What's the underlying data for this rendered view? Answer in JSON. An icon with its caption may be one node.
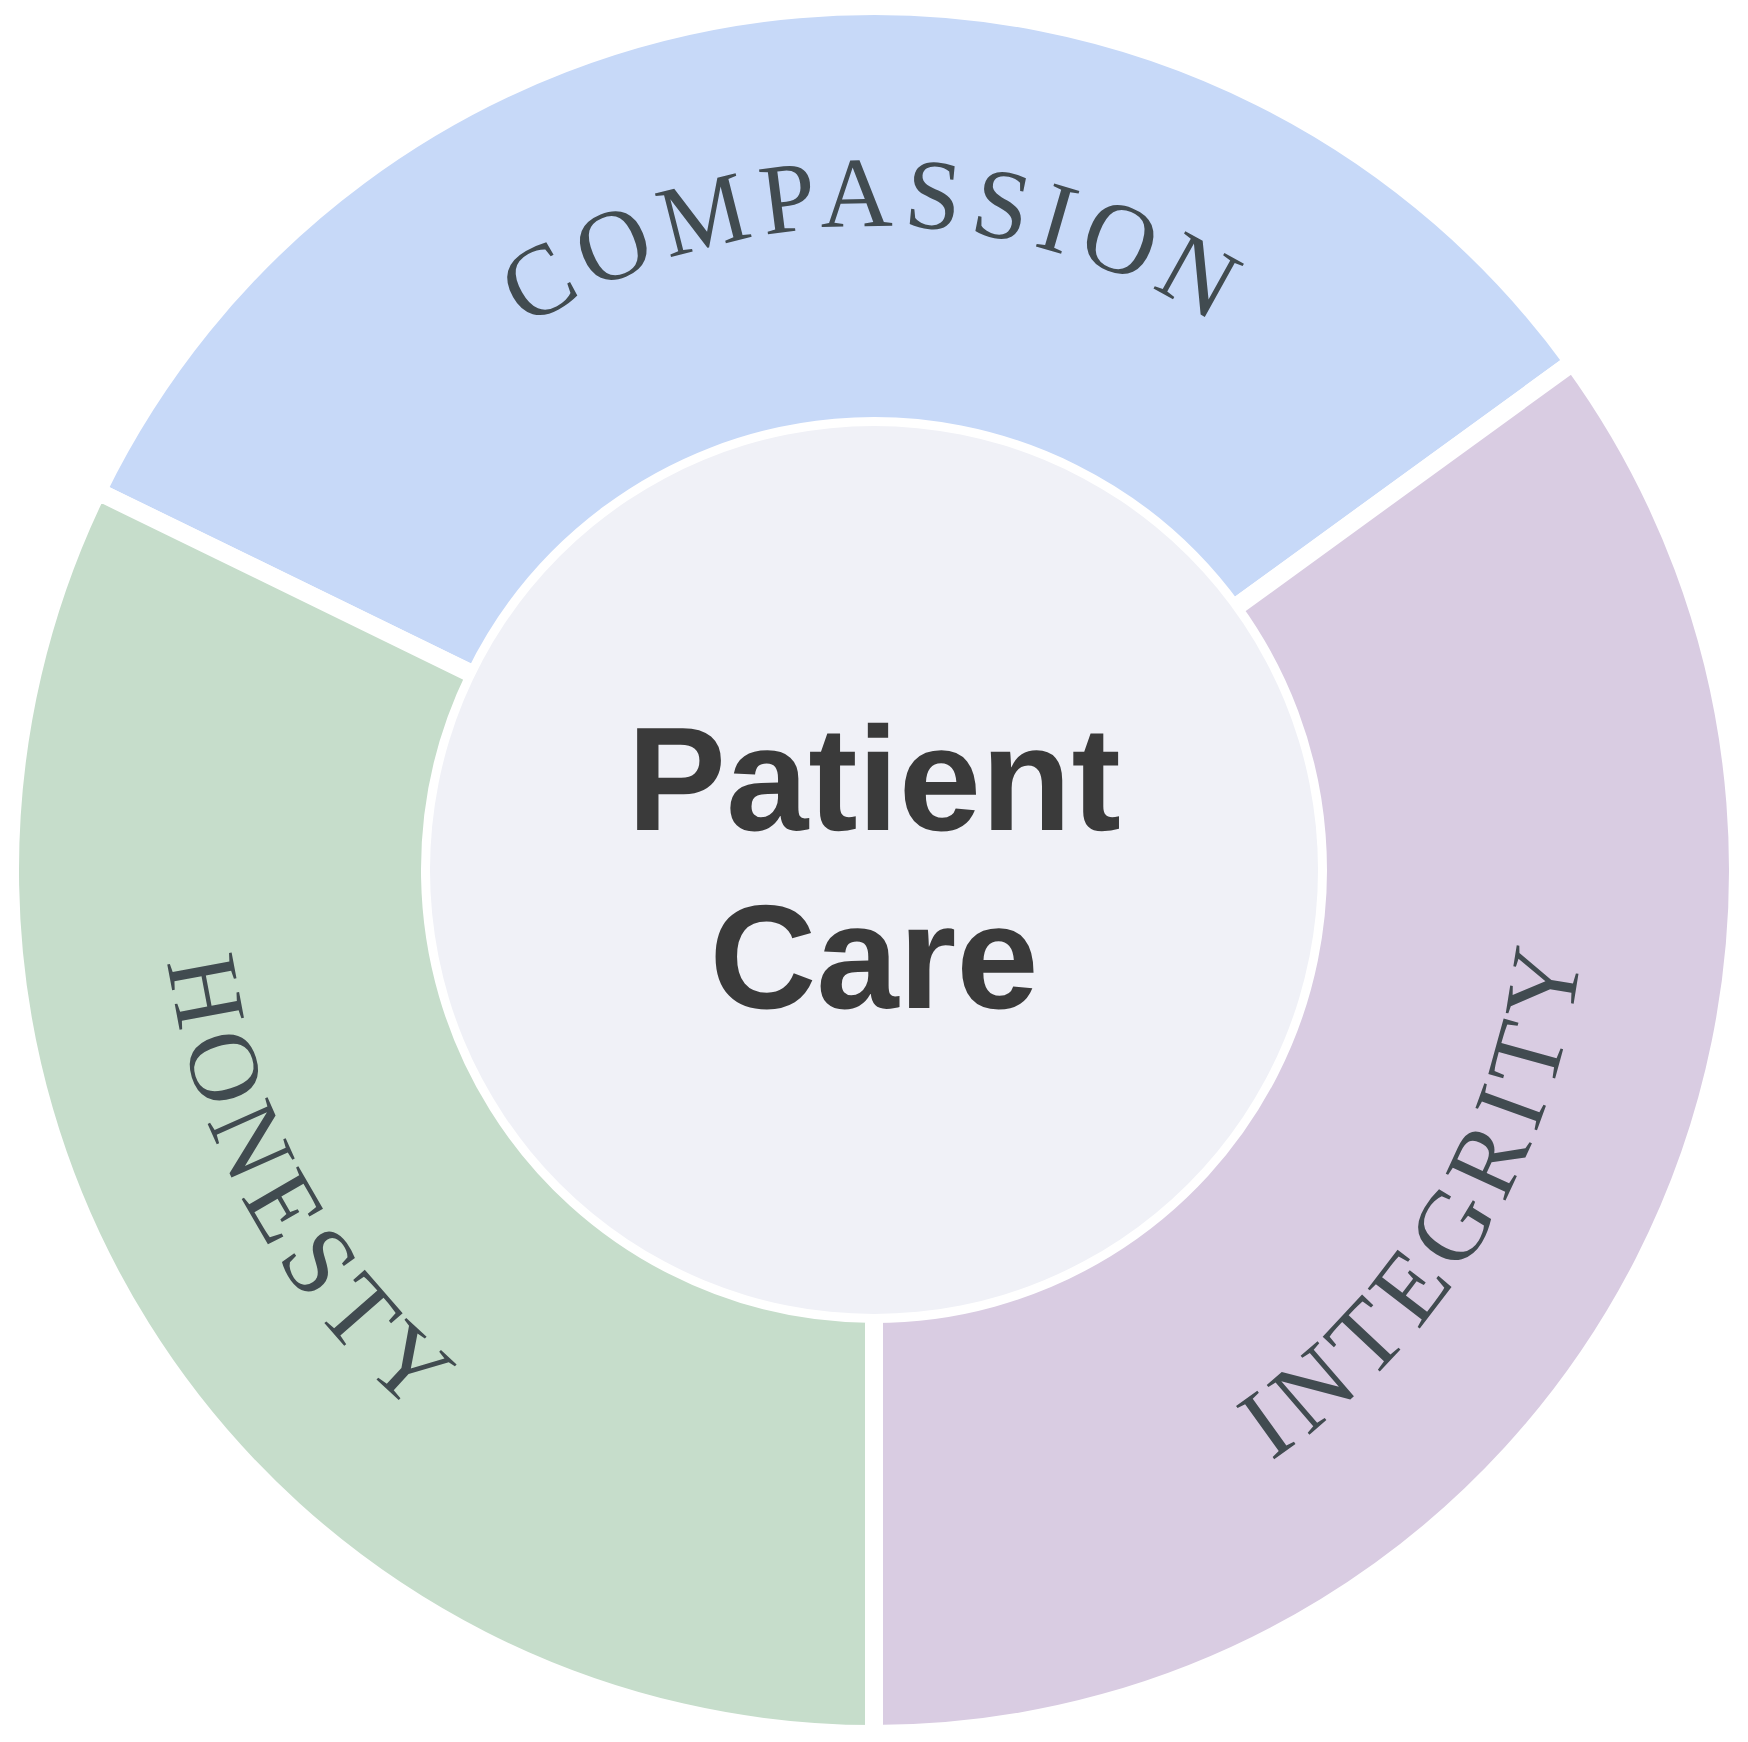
{
  "diagram": {
    "nodes": [
      {
        "text": [
          "Patient Care"
        ]
      },
      {
        "text": [
          "COMPASSION"
        ]
      },
      {
        "text": [
          "INTEGRITY"
        ]
      },
      {
        "text": [
          "HONESTY"
        ]
      }
    ]
  }
}
